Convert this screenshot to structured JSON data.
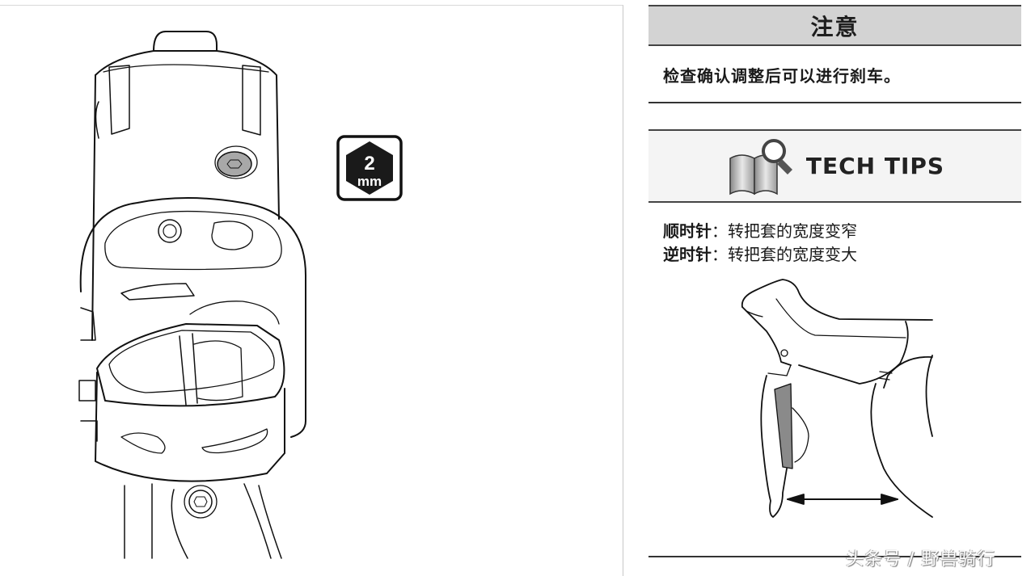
{
  "caution": {
    "title": "注意",
    "text": "检查确认调整后可以进行刹车。"
  },
  "tool_badge": {
    "icon": "hex-key-icon",
    "size_number": "2",
    "size_unit": "mm"
  },
  "tech_tips": {
    "icon": "book-magnifier-icon",
    "title": "TECH TIPS",
    "lines": [
      {
        "key": "顺时针",
        "sep": "：",
        "value": "转把套的宽度变窄"
      },
      {
        "key": "逆时针",
        "sep": "：",
        "value": "转把套的宽度变大"
      }
    ]
  },
  "illustrations": {
    "left": "brake-lever-clamp-drawing",
    "right": "brake-lever-reach-drawing"
  },
  "watermark": "头条号 / 野兽骑行",
  "colors": {
    "caution_header_bg": "#d3d3d3",
    "tips_header_bg": "#f4f4f4",
    "rule": "#333333",
    "bolt_fill": "#a8a8a8"
  }
}
